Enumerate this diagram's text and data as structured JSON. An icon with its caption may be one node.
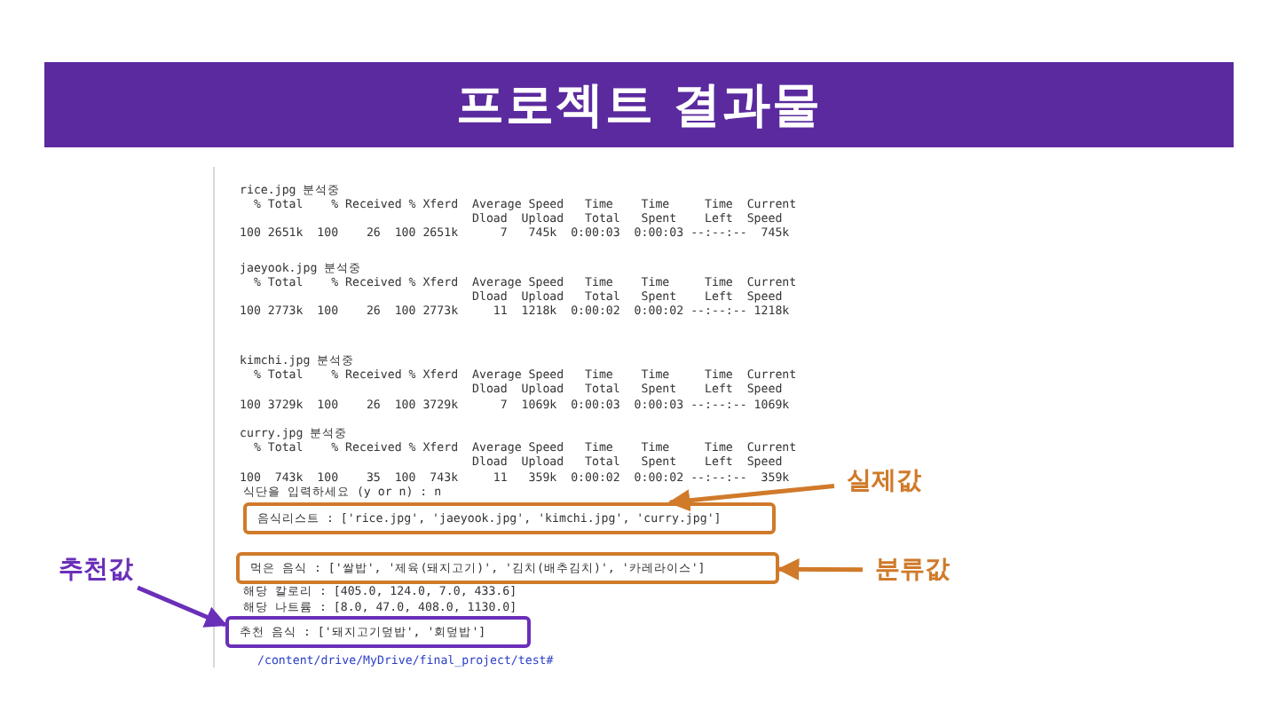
{
  "diagram": {
    "title": "프로젝트 결과물",
    "nodes": [
      {
        "text": [
          "음식리스트 : ['rice.jpg', 'jaeyook.jpg', 'kimchi.jpg', 'curry.jpg']"
        ]
      },
      {
        "text": [
          "먹은 음식 : ['쌀밥', '제육(돼지고기)', '김치(배추김치)', '카레라이스']"
        ]
      },
      {
        "text": [
          "추천 음식 : ['돼지고기덮밥', '회덮밥']"
        ]
      },
      {
        "text": [
          "실제값"
        ]
      },
      {
        "text": [
          "분류값"
        ]
      },
      {
        "text": [
          "추천값"
        ]
      }
    ],
    "edges": [
      {
        "from": 3,
        "to": 0,
        "arrow": "to"
      },
      {
        "from": 4,
        "to": 1,
        "arrow": "to"
      },
      {
        "from": 5,
        "to": 2,
        "arrow": "to",
        "color": "#6a2fb8"
      }
    ],
    "labels": [
      "rice.jpg 분석중",
      "  % Total    % Received % Xferd  Average Speed   Time    Time     Time  Current",
      "                                 Dload  Upload   Total   Spent    Left  Speed",
      "100 2651k  100    26  100 2651k      7   745k  0:00:03  0:00:03 --:--:--  745k",
      "jaeyook.jpg 분석중",
      "  % Total    % Received % Xferd  Average Speed   Time    Time     Time  Current",
      "                                 Dload  Upload   Total   Spent    Left  Speed",
      "100 2773k  100    26  100 2773k     11  1218k  0:00:02  0:00:02 --:--:-- 1218k",
      "kimchi.jpg 분석중",
      "  % Total    % Received % Xferd  Average Speed   Time    Time     Time  Current",
      "                                 Dload  Upload   Total   Spent    Left  Speed",
      "100 3729k  100    26  100 3729k      7  1069k  0:00:03  0:00:03 --:--:-- 1069k",
      "curry.jpg 분석중",
      "  % Total    % Received % Xferd  Average Speed   Time    Time     Time  Current",
      "                                 Dload  Upload   Total   Spent    Left  Speed",
      "100  743k  100    35  100  743k     11   359k  0:00:02  0:00:02 --:--:--  359k",
      "식단을 입력하세요 (y or n) : n",
      "해당 칼로리 : [405.0, 124.0, 7.0, 433.6]",
      "해당 나트륨 : [8.0, 47.0, 408.0, 1130.0]",
      "/content/drive/MyDrive/final_project/test#"
    ]
  }
}
